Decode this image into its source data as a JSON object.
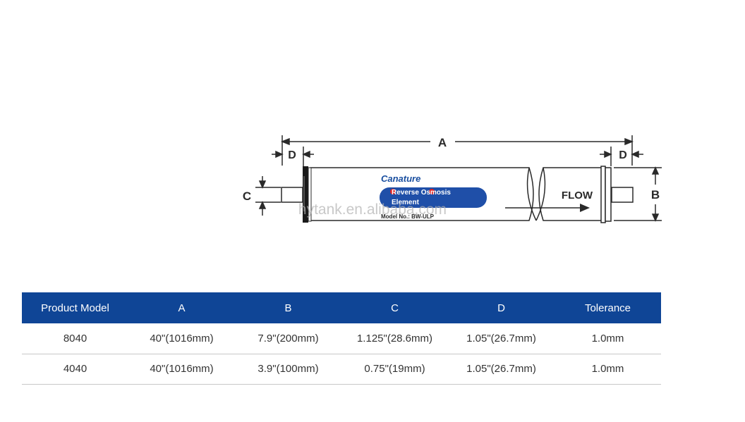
{
  "diagram": {
    "dim_a": "A",
    "dim_b": "B",
    "dim_c": "C",
    "dim_d_left": "D",
    "dim_d_right": "D",
    "flow_label": "FLOW",
    "brand": "Canature",
    "label_line1": "Reverse Osmosis",
    "label_line2": "Element",
    "model_text": "Model No.: BW-ULP",
    "watermark": "hytank.en.alibaba.com",
    "colors": {
      "line": "#2a2a2a",
      "brand": "#1a4fa0",
      "label_bg": "#1f4fa8",
      "accent": "#e02020"
    }
  },
  "table": {
    "header_color": "#0f4596",
    "columns": [
      "Product Model",
      "A",
      "B",
      "C",
      "D",
      "Tolerance"
    ],
    "rows": [
      [
        "8040",
        "40\"(1016mm)",
        "7.9\"(200mm)",
        "1.125\"(28.6mm)",
        "1.05\"(26.7mm)",
        "1.0mm"
      ],
      [
        "4040",
        "40\"(1016mm)",
        "3.9\"(100mm)",
        "0.75\"(19mm)",
        "1.05\"(26.7mm)",
        "1.0mm"
      ]
    ]
  }
}
